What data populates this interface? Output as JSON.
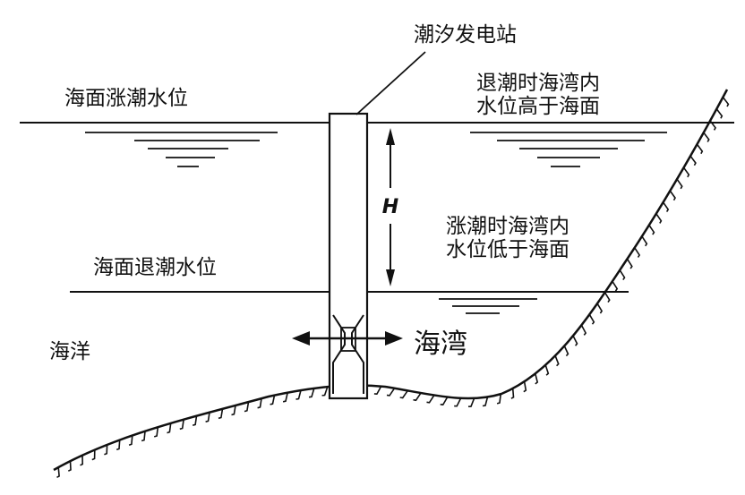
{
  "labels": {
    "station": "潮汐发电站",
    "high_tide": "海面涨潮水位",
    "low_tide": "海面退潮水位",
    "ebb_line1": "退潮时海湾内",
    "ebb_line2": "水位高于海面",
    "flood_line1": "涨潮时海湾内",
    "flood_line2": "水位低于海面",
    "ocean": "海洋",
    "bay": "海湾",
    "head_mark": "H"
  },
  "colors": {
    "ink": "#111111",
    "background": "#ffffff"
  },
  "icons": {
    "flow_arrow": "double-headed-arrow-icon",
    "height_arrow": "vertical-dimension-arrow-icon",
    "turbine": "turbine-icon"
  }
}
